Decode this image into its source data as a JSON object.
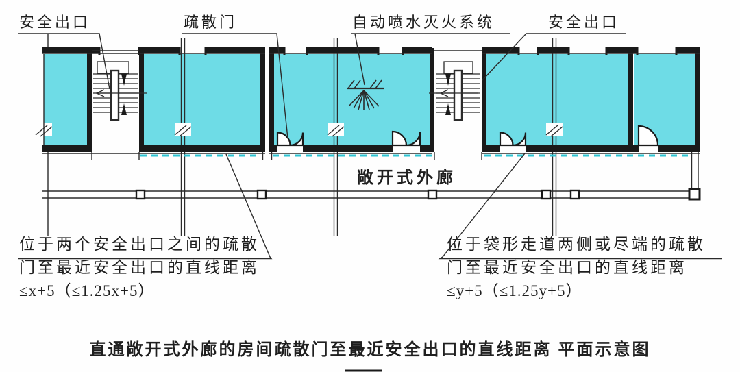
{
  "title": "直通敞开式外廊的房间疏散门至最近安全出口的直线距离 平面示意图",
  "callouts": {
    "exit_left": "安全出口",
    "evacuation_door": "疏散门",
    "sprinkler_system": "自动喷水灭火系统",
    "exit_right": "安全出口"
  },
  "corridor_label": "敞开式外廊",
  "annotation_left": {
    "line1": "位于两个安全出口之间的疏散",
    "line2": "门至最近安全出口的直线距离",
    "formula": "≤x+5（≤1.25x+5）"
  },
  "annotation_right": {
    "line1": "位于袋形走道两侧或尽端的疏散",
    "line2": "门至最近安全出口的直线距离",
    "formula": "≤y+5（≤1.25y+5）"
  },
  "colors": {
    "room_fill": "#6edce6",
    "corridor_dash": "#2fc4d2",
    "wall": "#1a1a1a",
    "line": "#2b2b2b",
    "text": "#1f1f1f"
  }
}
